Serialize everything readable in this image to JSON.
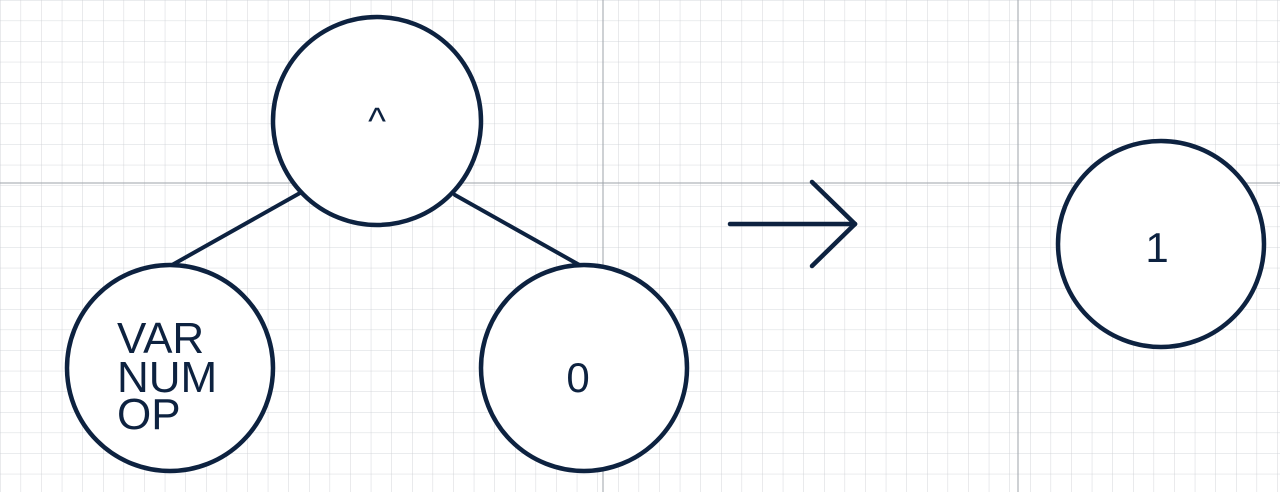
{
  "colors": {
    "ink": "#0d2240",
    "grid_minor": "#c9ccd1",
    "grid_major": "#9ea3aa",
    "background": "#ffffff"
  },
  "diagram": {
    "root_label": "^",
    "left_child_lines": [
      "VAR",
      "NUM",
      "OP"
    ],
    "right_child_label": "0",
    "result_label": "1",
    "arrow_icon": "right-arrow-icon"
  }
}
